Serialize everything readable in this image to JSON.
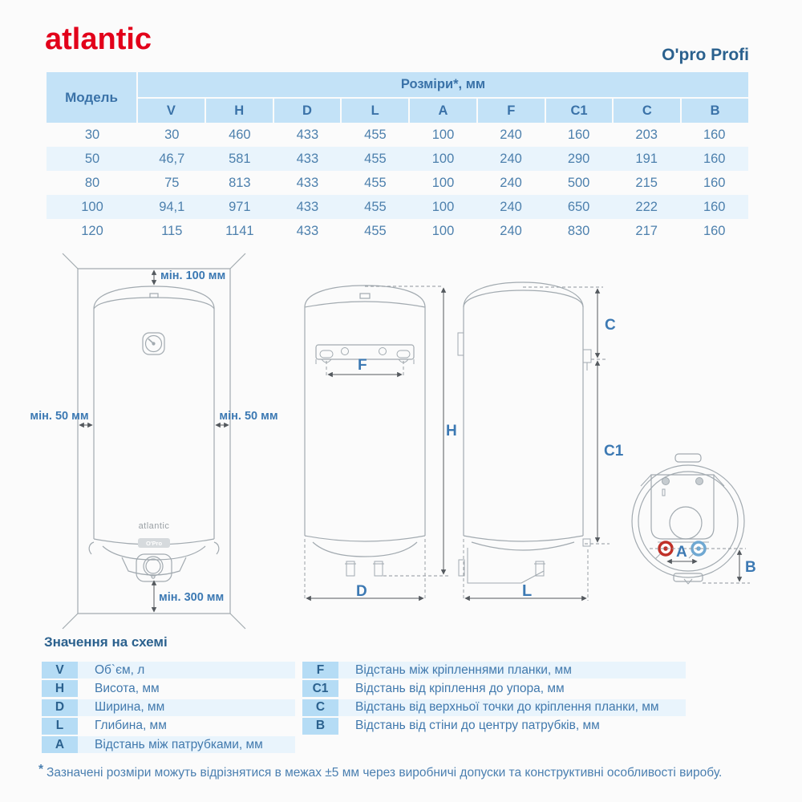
{
  "brand": {
    "logo_text": "atlantic",
    "product_line": "O'pro Profi"
  },
  "colors": {
    "brand_red": "#e2001a",
    "heading_blue": "#2b618e",
    "text_blue": "#4179ad",
    "table_header_bg": "#c3e2f7",
    "row_alt_bg": "#e9f4fc",
    "badge_bg": "#b5dcf5",
    "hot_pipe": "#c03028",
    "cold_pipe": "#6fa8d2"
  },
  "table": {
    "model_header": "Модель",
    "dimensions_header": "Розміри*, мм",
    "columns": [
      "V",
      "H",
      "D",
      "L",
      "A",
      "F",
      "C1",
      "C",
      "B"
    ],
    "rows": [
      {
        "model": "30",
        "values": [
          "30",
          "460",
          "433",
          "455",
          "100",
          "240",
          "160",
          "203",
          "160"
        ]
      },
      {
        "model": "50",
        "values": [
          "46,7",
          "581",
          "433",
          "455",
          "100",
          "240",
          "290",
          "191",
          "160"
        ]
      },
      {
        "model": "80",
        "values": [
          "75",
          "813",
          "433",
          "455",
          "100",
          "240",
          "500",
          "215",
          "160"
        ]
      },
      {
        "model": "100",
        "values": [
          "94,1",
          "971",
          "433",
          "455",
          "100",
          "240",
          "650",
          "222",
          "160"
        ]
      },
      {
        "model": "120",
        "values": [
          "115",
          "1141",
          "433",
          "455",
          "100",
          "240",
          "830",
          "217",
          "160"
        ]
      }
    ]
  },
  "diagram": {
    "labels": {
      "min_top": "мін. 100 мм",
      "min_left": "мін. 50 мм",
      "min_right": "мін. 50 мм",
      "min_bottom": "мін. 300 мм",
      "dim_f": "F",
      "dim_h": "H",
      "dim_d": "D",
      "dim_c": "C",
      "dim_c1": "C1",
      "dim_l": "L",
      "dim_a": "A",
      "dim_b": "B",
      "unit_brand": "atlantic",
      "unit_badge": "O'Pro"
    }
  },
  "legend": {
    "title": "Значення на схемі",
    "left": [
      {
        "key": "V",
        "text": "Об`єм, л"
      },
      {
        "key": "H",
        "text": "Висота, мм"
      },
      {
        "key": "D",
        "text": "Ширина, мм"
      },
      {
        "key": "L",
        "text": "Глибина, мм"
      },
      {
        "key": "A",
        "text": "Відстань між патрубками, мм"
      }
    ],
    "right": [
      {
        "key": "F",
        "text": "Відстань між кріпленнями планки, мм"
      },
      {
        "key": "C1",
        "text": "Відстань від кріплення до упора, мм"
      },
      {
        "key": "C",
        "text": "Відстань від верхньої точки до кріплення планки, мм"
      },
      {
        "key": "B",
        "text": "Відстань від стіни до центру патрубків, мм"
      }
    ]
  },
  "footnote": {
    "marker": "*",
    "text": "Зазначені розміри можуть відрізнятися в межах ±5 мм через виробничі допуски та конструктивні особливості виробу."
  }
}
